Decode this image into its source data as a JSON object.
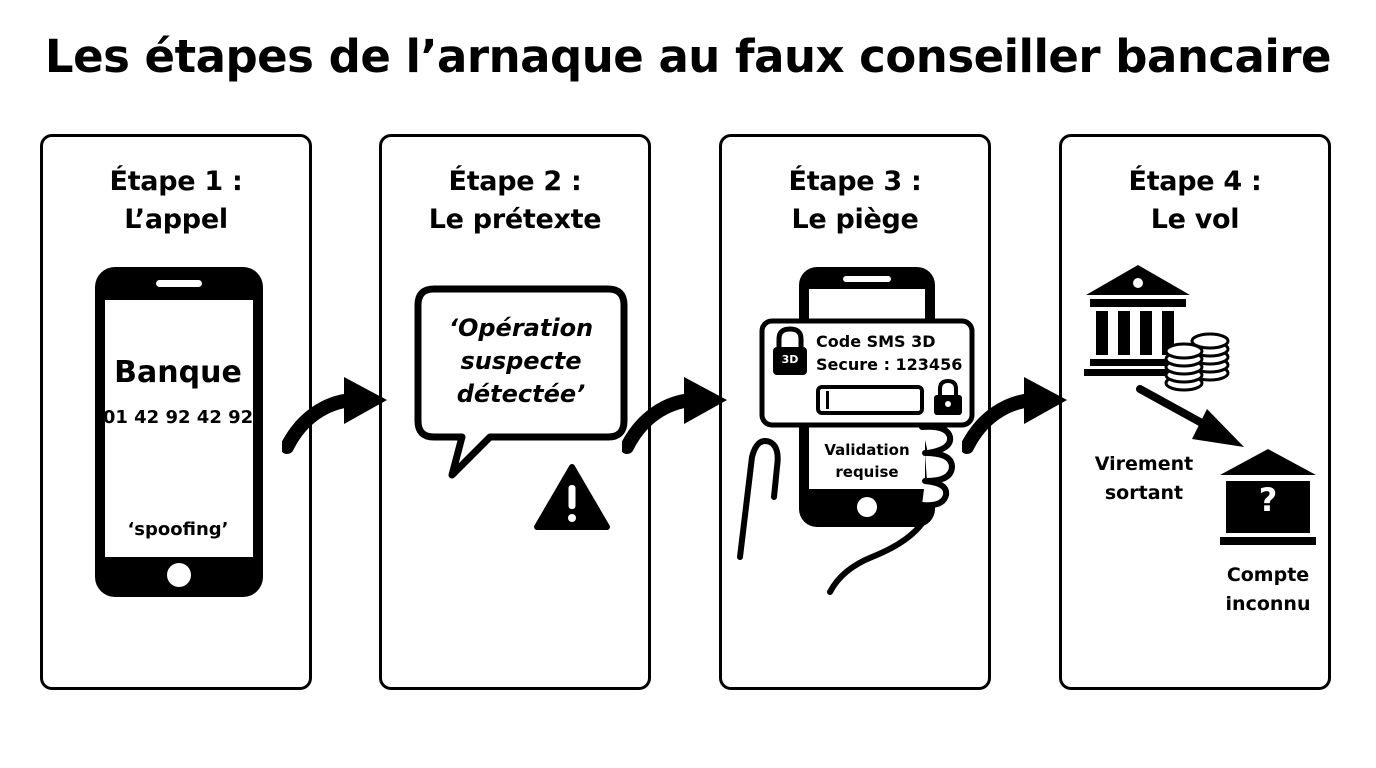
{
  "title": "Les étapes de l’arnaque au faux conseiller bancaire",
  "steps": [
    {
      "step": "Étape 1 :",
      "name": "L’appel",
      "bank_label": "Banque",
      "phone_number": "01 42 92 42 92",
      "note": "‘spoofing’",
      "icons": [
        "smartphone-icon"
      ]
    },
    {
      "step": "Étape 2 :",
      "name": "Le prétexte",
      "bubble_lines": [
        "‘Opération",
        "suspecte",
        "détectée’"
      ],
      "icons": [
        "speech-bubble-icon",
        "warning-icon"
      ]
    },
    {
      "step": "Étape 3 :",
      "name": "Le piège",
      "badge": "3D",
      "sms_lines": [
        "Code SMS 3D",
        "Secure : 123456"
      ],
      "validation_lines": [
        "Validation",
        "requise"
      ],
      "icons": [
        "hand-holding-phone-icon",
        "lock-icon",
        "padlock-icon"
      ]
    },
    {
      "step": "Étape 4 :",
      "name": "Le vol",
      "transfer_lines": [
        "Virement",
        "sortant"
      ],
      "unknown_symbol": "?",
      "account_lines": [
        "Compte",
        "inconnu"
      ],
      "icons": [
        "bank-icon",
        "coins-icon",
        "unknown-bank-icon"
      ]
    }
  ],
  "colors": {
    "ink": "#000000",
    "background": "#ffffff"
  }
}
